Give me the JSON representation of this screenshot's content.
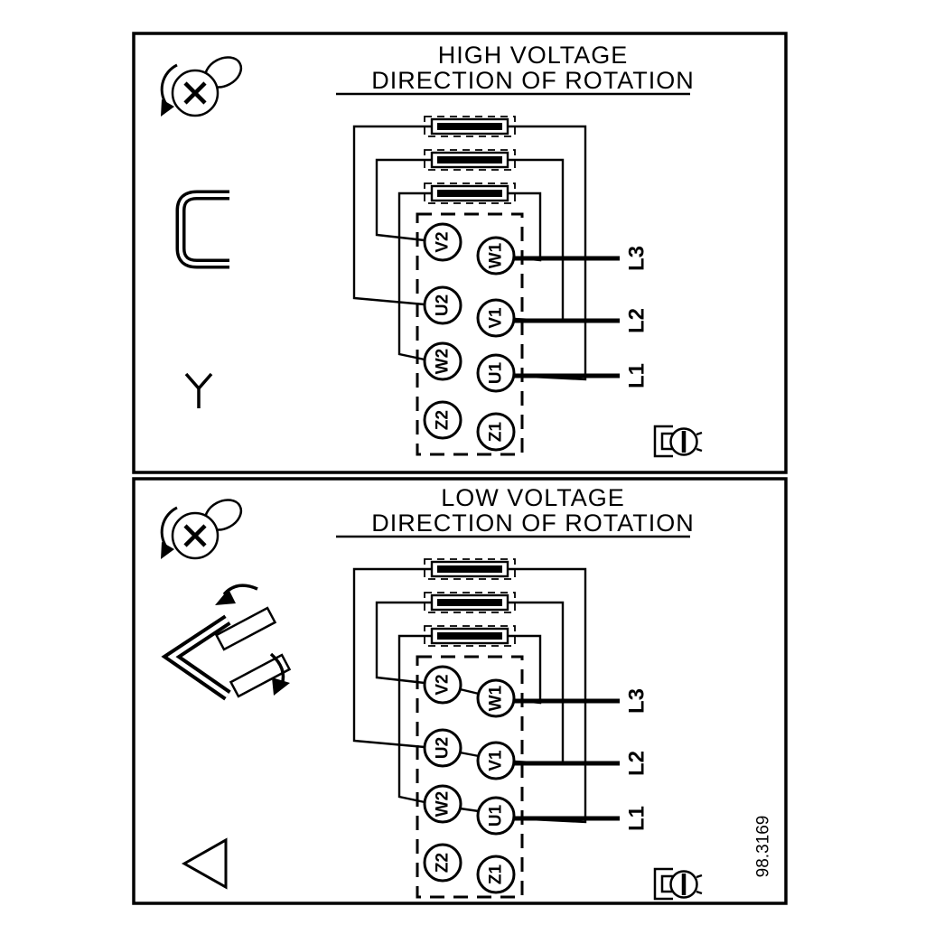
{
  "diagram": {
    "figure_number": "98.3169",
    "panels": [
      {
        "id": "high-voltage",
        "title_line1": "HIGH VOLTAGE",
        "title_line2": "DIRECTION OF ROTATION",
        "connection_symbol": "star"
      },
      {
        "id": "low-voltage",
        "title_line1": "LOW VOLTAGE",
        "title_line2": "DIRECTION OF ROTATION",
        "connection_symbol": "delta"
      }
    ],
    "terminal_labels": {
      "left_column": [
        "V2",
        "U2",
        "W2",
        "Z2"
      ],
      "right_column": [
        "W1",
        "V1",
        "U1",
        "Z1"
      ]
    },
    "supply_line_labels": [
      "L3",
      "L2",
      "L1"
    ],
    "icons": [
      "screw-icon",
      "rotation-arrow-icon",
      "ground-terminal-icon",
      "star-clamp-icon",
      "star-symbol-icon",
      "delta-jumper-icon",
      "delta-symbol-icon",
      "jumper-bar"
    ],
    "colors": {
      "ink": "#000000",
      "background": "#ffffff"
    }
  }
}
